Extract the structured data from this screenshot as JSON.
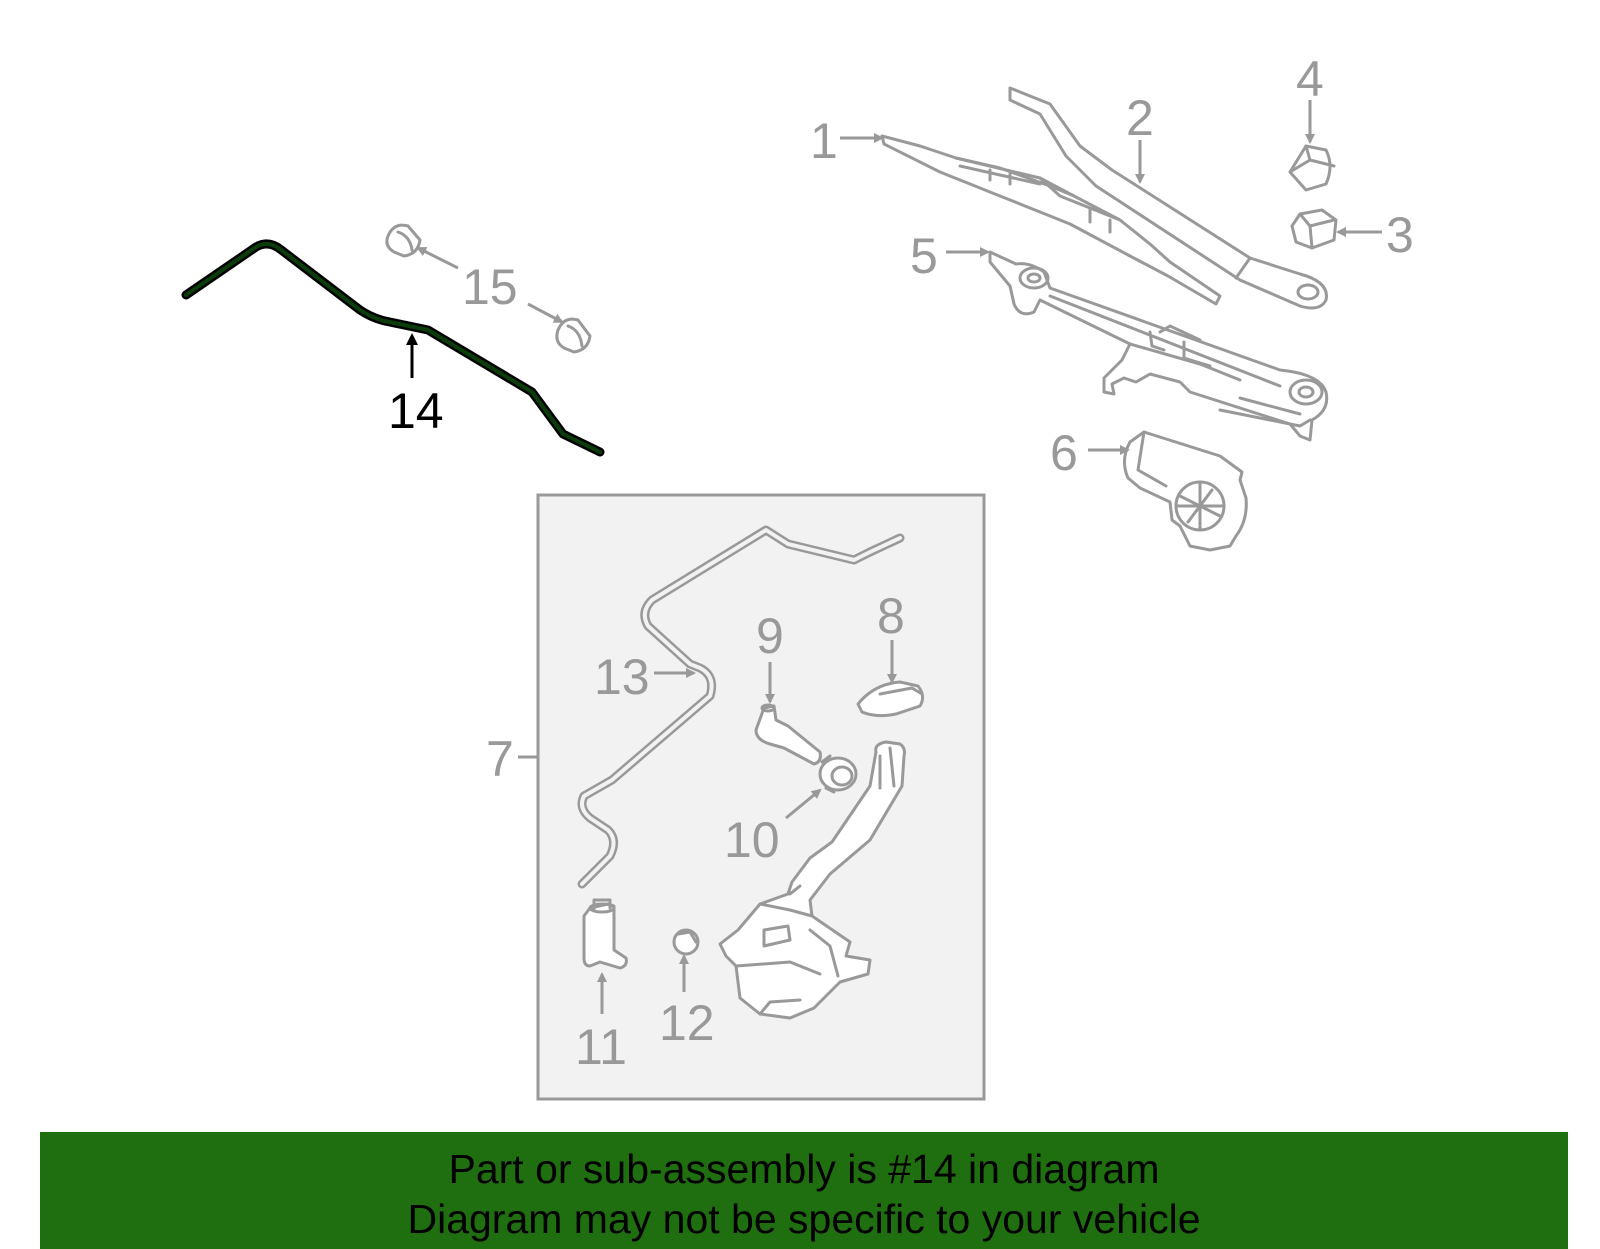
{
  "callouts": {
    "c1": "1",
    "c2": "2",
    "c3": "3",
    "c4": "4",
    "c5": "5",
    "c6": "6",
    "c7": "7",
    "c8": "8",
    "c9": "9",
    "c10": "10",
    "c11": "11",
    "c12": "12",
    "c13": "13",
    "c14": "14",
    "c15": "15"
  },
  "highlighted_part": "14",
  "colors": {
    "part_line": "#999999",
    "highlight_part": "#0b3d0b",
    "highlight_outline": "#000000",
    "banner_bg": "#1f6e0f",
    "kit_box_fill": "#f2f2f2"
  },
  "banner": {
    "line1": "Part or sub-assembly is #14 in diagram",
    "line2": "Diagram may not be specific to your vehicle"
  }
}
